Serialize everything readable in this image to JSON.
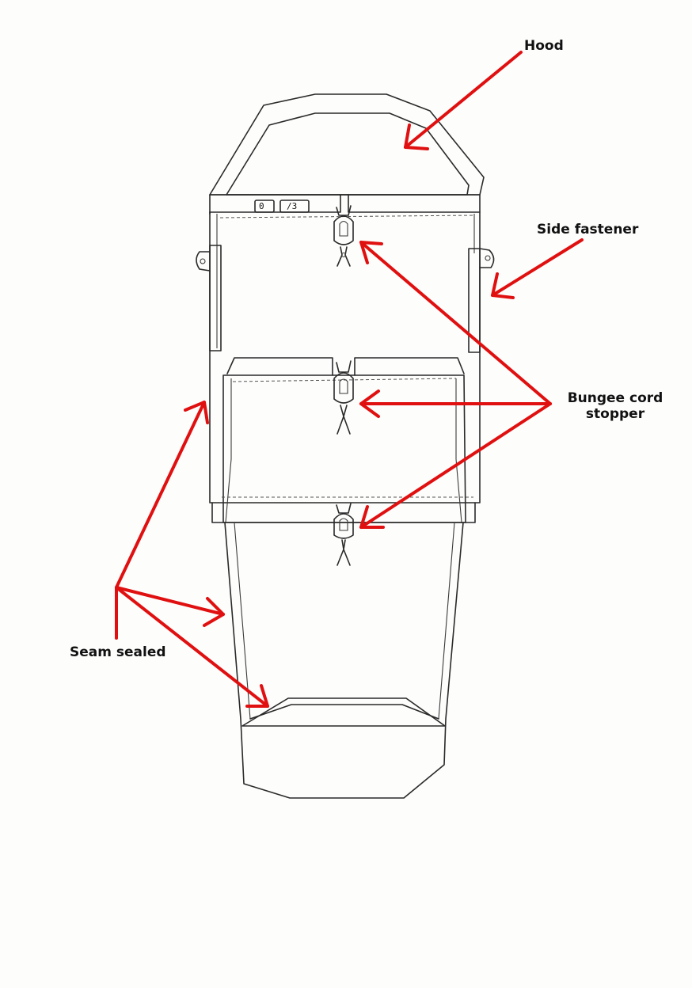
{
  "labels": {
    "hood": "Hood",
    "side_fastener": "Side fastener",
    "bungee_line1": "Bungee cord",
    "bungee_line2": "stopper",
    "seam_sealed": "Seam sealed",
    "tag_left": "0",
    "tag_right": "/3"
  },
  "colors": {
    "accent": "#e01010",
    "ink": "#2a2a2a"
  }
}
